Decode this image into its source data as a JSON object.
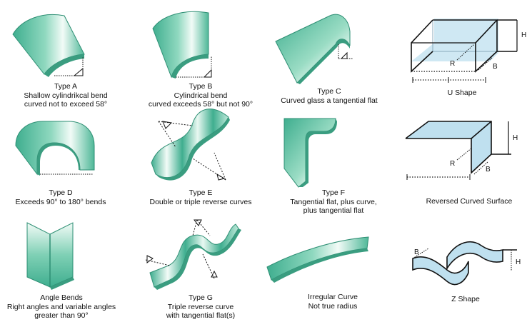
{
  "colors": {
    "glass_dark": "#3fae8f",
    "glass_mid": "#7fd0b5",
    "glass_light": "#f2fbf7",
    "glass_edge": "#2e8f74",
    "schematic_fill": "#bfe0ef",
    "schematic_stroke": "#111111"
  },
  "items": [
    {
      "id": "type-a",
      "lines": [
        "Type A",
        "Shallow cylindrikcal bend",
        "curved not to exceed 58°"
      ]
    },
    {
      "id": "type-b",
      "lines": [
        "Type B",
        "Cylindrical bend",
        "curved exceeds 58° but not 90°"
      ]
    },
    {
      "id": "type-c",
      "lines": [
        "Type C",
        "Curved glass a tangential flat"
      ]
    },
    {
      "id": "u-shape",
      "lines": [
        "U Shape"
      ],
      "labels": {
        "h": "H",
        "r": "R",
        "b": "B"
      }
    },
    {
      "id": "type-d",
      "lines": [
        "Type D",
        "Exceeds 90° to 180° bends"
      ]
    },
    {
      "id": "type-e",
      "lines": [
        "Type E",
        "Double or triple reverse curves"
      ]
    },
    {
      "id": "type-f",
      "lines": [
        "Type F",
        "Tangential flat, plus curve,",
        "plus tangential flat"
      ]
    },
    {
      "id": "reversed-curved-surface",
      "lines": [
        "Reversed Curved Surface"
      ],
      "labels": {
        "h": "H",
        "r": "R",
        "b": "B"
      }
    },
    {
      "id": "angle-bends",
      "lines": [
        "Angle Bends",
        "Right angles and variable angles",
        "greater than 90°"
      ]
    },
    {
      "id": "type-g",
      "lines": [
        "Type G",
        "Triple reverse curve",
        "with tangential flat(s)"
      ]
    },
    {
      "id": "irregular-curve",
      "lines": [
        "Irregular Curve",
        "Not true radius"
      ]
    },
    {
      "id": "z-shape",
      "lines": [
        "Z Shape"
      ],
      "labels": {
        "h": "H",
        "b": "B"
      }
    }
  ]
}
